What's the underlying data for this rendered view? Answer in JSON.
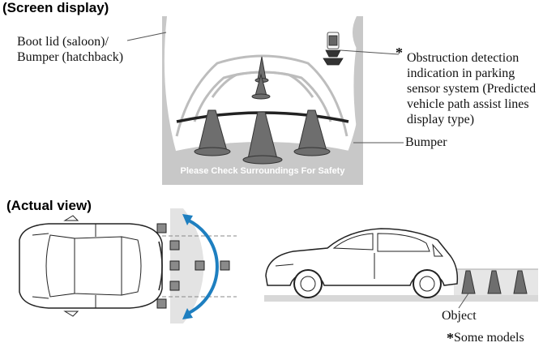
{
  "headings": {
    "screen": "(Screen display)",
    "actual": "(Actual view)"
  },
  "screen": {
    "caption": "Please Check Surroundings For Safety"
  },
  "labels": {
    "boot_lid_line1": "Boot lid (saloon)/",
    "boot_lid_line2": "Bumper (hatchback)",
    "obstruction_marker": "*",
    "obstruction_line1": "Obstruction detection",
    "obstruction_line2": "indication in parking",
    "obstruction_line3": "sensor system (Predicted",
    "obstruction_line4": "vehicle path assist lines",
    "obstruction_line5": "display type)",
    "bumper": "Bumper",
    "object": "Object",
    "some_models_marker": "*",
    "some_models": "Some models"
  },
  "colors": {
    "screen_frame": "#c8c8c8",
    "screen_bg": "#ffffff",
    "cone": "#6e6e6e",
    "guide_line": "#222222",
    "arc_arrow": "#1e7fc0",
    "sensor_zone": "#e3e3e3"
  }
}
